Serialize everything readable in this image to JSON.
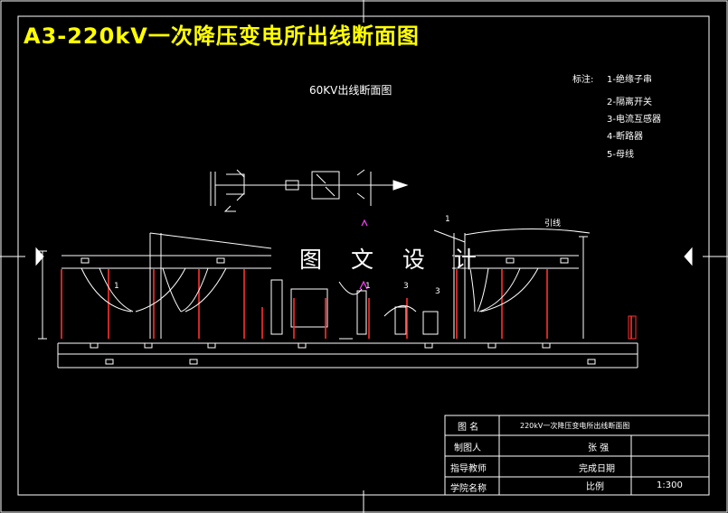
{
  "drawing": {
    "title": "A3-220kV一次降压变电所出线断面图",
    "section_title": "60KV出线断面图",
    "watermark": "图 文 设 计",
    "jumper_label": "引线",
    "mark_labels": [
      "1",
      "1",
      "3",
      "3",
      "1"
    ]
  },
  "legend": {
    "header": "标注:",
    "items": [
      "1-绝缘子串",
      "2-隔离开关",
      "3-电流互感器",
      "4-断路器",
      "5-母线"
    ]
  },
  "title_block": {
    "name_label": "图  名",
    "name_value": "220kV一次降压变电所出线断面图",
    "drafter_label": "制图人",
    "drafter_value": "张  强",
    "advisor_label": "指导教师",
    "completion_label": "完成日期",
    "school_label": "学院名称",
    "scale_label": "比例",
    "scale_value": "1:300"
  },
  "colors": {
    "background": "#000000",
    "frame": "#ffffff",
    "title": "#ffff00",
    "structure": "#ff3030",
    "cable": "#ffffff",
    "equipment_accent": "#ff40ff"
  }
}
